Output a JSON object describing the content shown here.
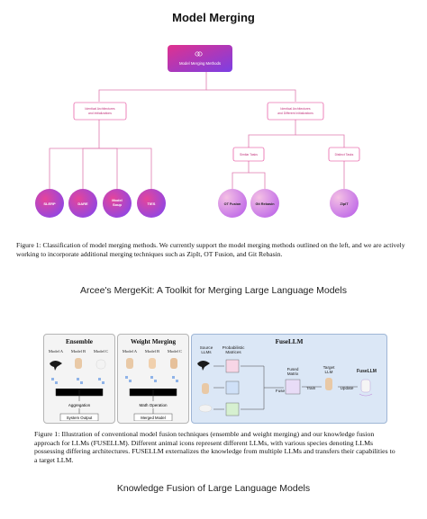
{
  "diagram1": {
    "title": "Model Merging",
    "root": "Model Merging Methods",
    "left_branch": "Identical Architectures and Initializations",
    "right_branch": "Identical Architectures and Different Initializations",
    "similar_tasks": "Similar Tasks",
    "distinct_tasks": "Distinct Tasks",
    "leaves": [
      "SLERP",
      "DARE",
      "Model Soup",
      "TIES",
      "OT Fusion",
      "Git Rebasin",
      "ZipIT"
    ],
    "caption": "Figure 1: Classification of model merging methods. We currently support the model merging methods outlined on the left, and we are actively working to incorporate additional merging techniques such as ZipIt, OT Fusion, and Git Rebasin.",
    "subtitle": "Arcee's MergeKit: A Toolkit for Merging Large Language Models"
  },
  "diagram2": {
    "ensemble_title": "Ensemble",
    "weight_title": "Weight Merging",
    "fusellm_title": "FuseLLM",
    "model_a": "Model A",
    "model_b": "Model B",
    "model_c": "Model C",
    "aggregation": "Aggregation",
    "system_output": "System Output",
    "math_operation": "Math Operation",
    "merged_model": "Merged Model",
    "source_llms": "Source LLMs",
    "prob_matrices": "Probabilistic Matrices",
    "fuse": "Fuse",
    "fused_matrix": "Fused Matrix",
    "train": "Train",
    "target_llm": "Target LLM",
    "update": "Update",
    "fusellm_label": "FuseLLM",
    "caption": "Figure 1: Illustration of conventional model fusion techniques (ensemble and weight merging) and our knowledge fusion approach for LLMs (FUSELLM). Different animal icons represent different LLMs, with various species denoting LLMs possessing differing architectures. FUSELLM externalizes the knowledge from multiple LLMs and transfers their capabilities to a target LLM.",
    "subtitle": "Knowledge Fusion of Large Language Models"
  },
  "colors": {
    "pink": "#e0318e",
    "purple": "#9b3fd9",
    "gradient_start": "#d63384",
    "gradient_end": "#7b3fe4",
    "leaf_end": "#b38cf0"
  }
}
